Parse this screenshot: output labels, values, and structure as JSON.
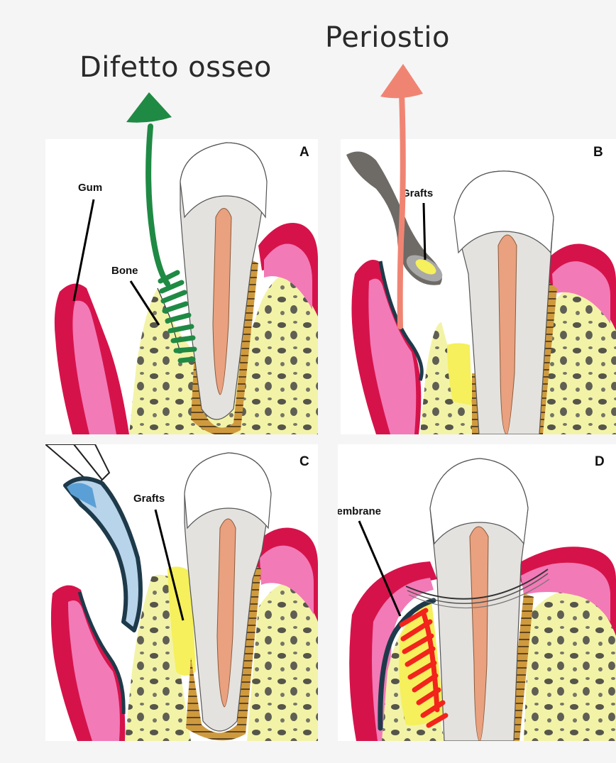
{
  "annotations": {
    "difetto_osseo": "Difetto osseo",
    "periostio": "Periostio"
  },
  "panels": [
    {
      "letter": "A",
      "labels": {
        "gum": "Gum",
        "bone": "Bone"
      }
    },
    {
      "letter": "B",
      "labels": {
        "grafts": "Grafts"
      }
    },
    {
      "letter": "C",
      "labels": {
        "grafts": "Grafts"
      }
    },
    {
      "letter": "D",
      "labels": {
        "membrane": "Membrane"
      }
    }
  ],
  "colors": {
    "background": "#f5f5f5",
    "gum_dark": "#d5134a",
    "gum_light": "#f27ab7",
    "bone": "#f3f3a8",
    "enamel": "#ffffff",
    "dentin": "#e4e2df",
    "pulp": "#e9a17f",
    "ligament": "#cf9a3e",
    "graft": "#f5f05c",
    "annotation_green": "#1f8a44",
    "annotation_salmon": "#f08473",
    "annotation_red": "#f2241c",
    "membrane_line": "#1e3a4a"
  }
}
